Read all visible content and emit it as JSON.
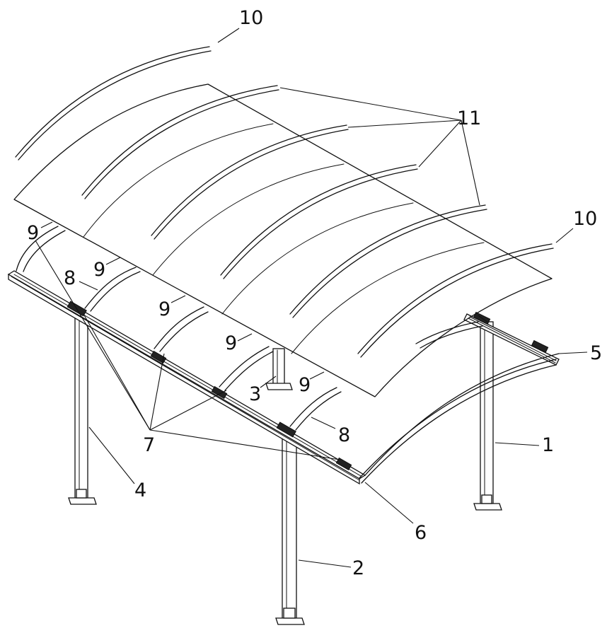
{
  "labels": {
    "l1": "1",
    "l2": "2",
    "l3": "3",
    "l4": "4",
    "l5": "5",
    "l6": "6",
    "l7": "7",
    "l8a": "8",
    "l8b": "8",
    "l9a": "9",
    "l9b": "9",
    "l9c": "9",
    "l9d": "9",
    "l9e": "9",
    "l10a": "10",
    "l10b": "10",
    "l11": "11"
  },
  "colors": {
    "line": "#111111",
    "background": "#ffffff"
  }
}
